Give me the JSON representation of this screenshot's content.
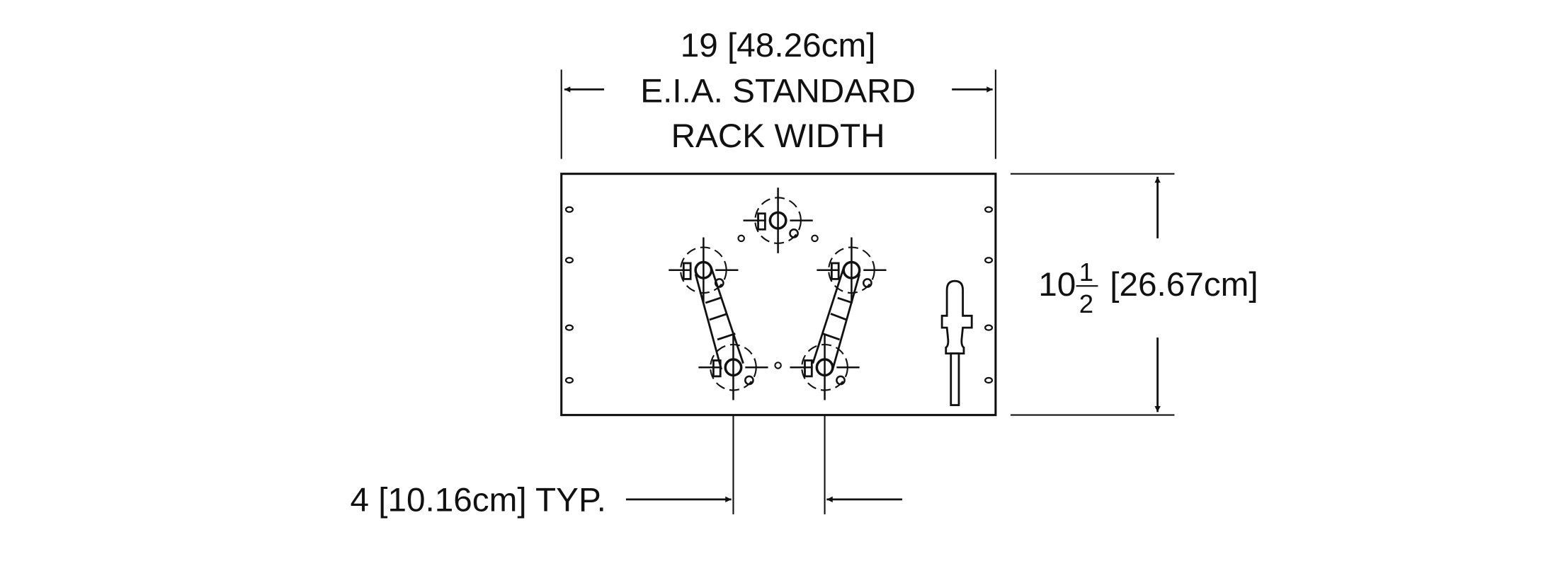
{
  "drawing": {
    "width_dimension": {
      "value_label": "19 [48.26cm]",
      "line1": "E.I.A. STANDARD",
      "line2": "RACK WIDTH"
    },
    "height_dimension": {
      "whole": "10",
      "numerator": "1",
      "denominator": "2",
      "metric": "[26.67cm]"
    },
    "spacing_dimension": {
      "label": "4 [10.16cm] TYP."
    },
    "colors": {
      "line": "#111111",
      "background": "#ffffff"
    }
  }
}
